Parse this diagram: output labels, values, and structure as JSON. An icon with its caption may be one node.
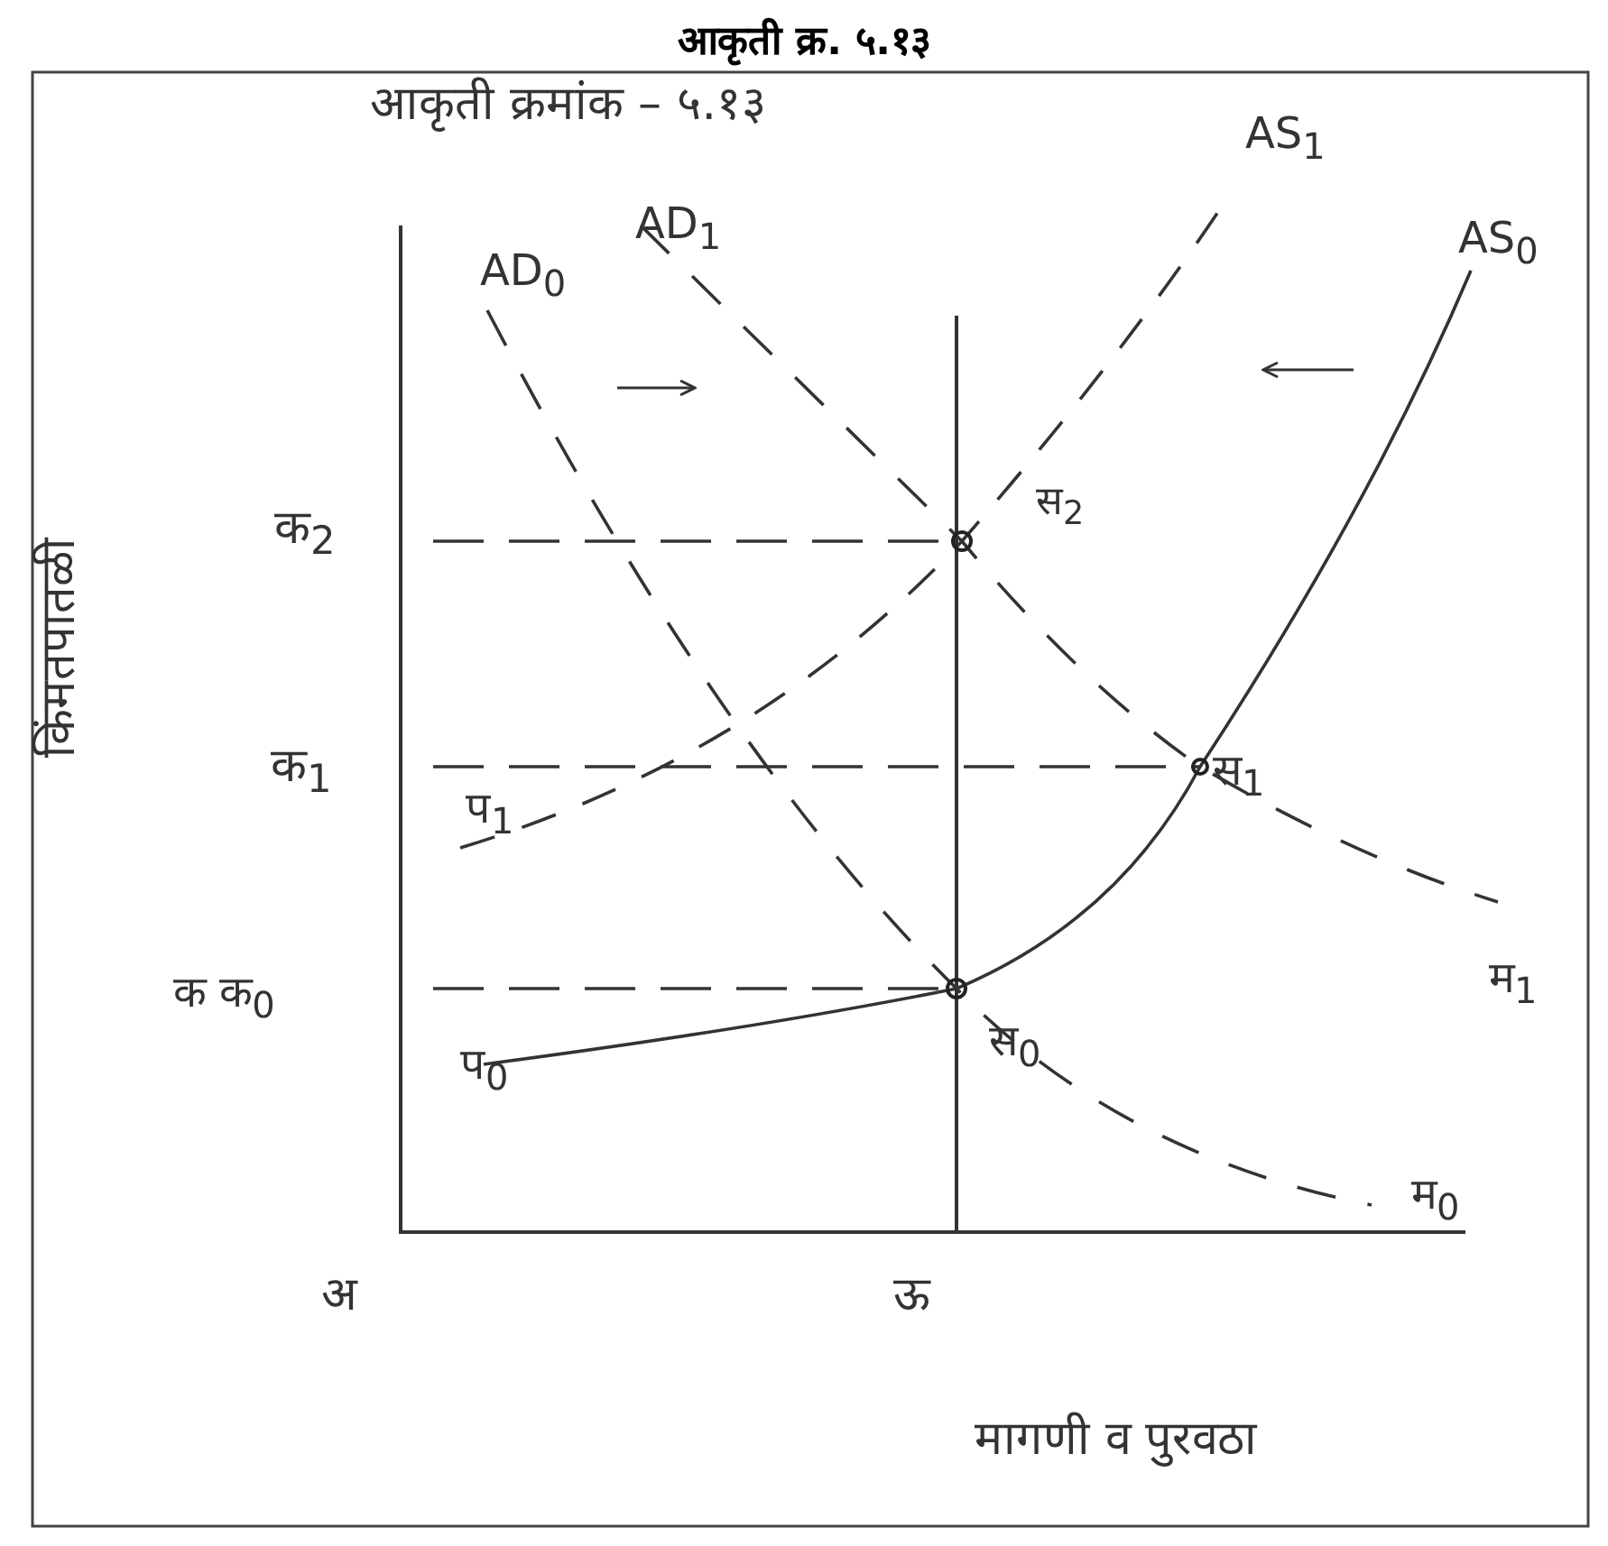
{
  "diagram": {
    "title": "आकृती क्र. ५.१३",
    "labels": [
      "आकृती क्रमांक – ५.१३",
      "AD$_{1}$",
      "AS$_{1}$",
      "AD$_{0}$",
      "AS$_{0}$",
      "किंमतपातळी",
      "स$_{2}$",
      "क$_{2}$",
      "क$_{1}$",
      "स$_{1}$",
      "प$_{1}$",
      "म$_{1}$",
      "क क$_{0}$",
      "प$_{0}$",
      "स$_{0}$",
      "म$_{0}$",
      "अ",
      "ऊ",
      "मागणी व पुरवठा"
    ]
  }
}
